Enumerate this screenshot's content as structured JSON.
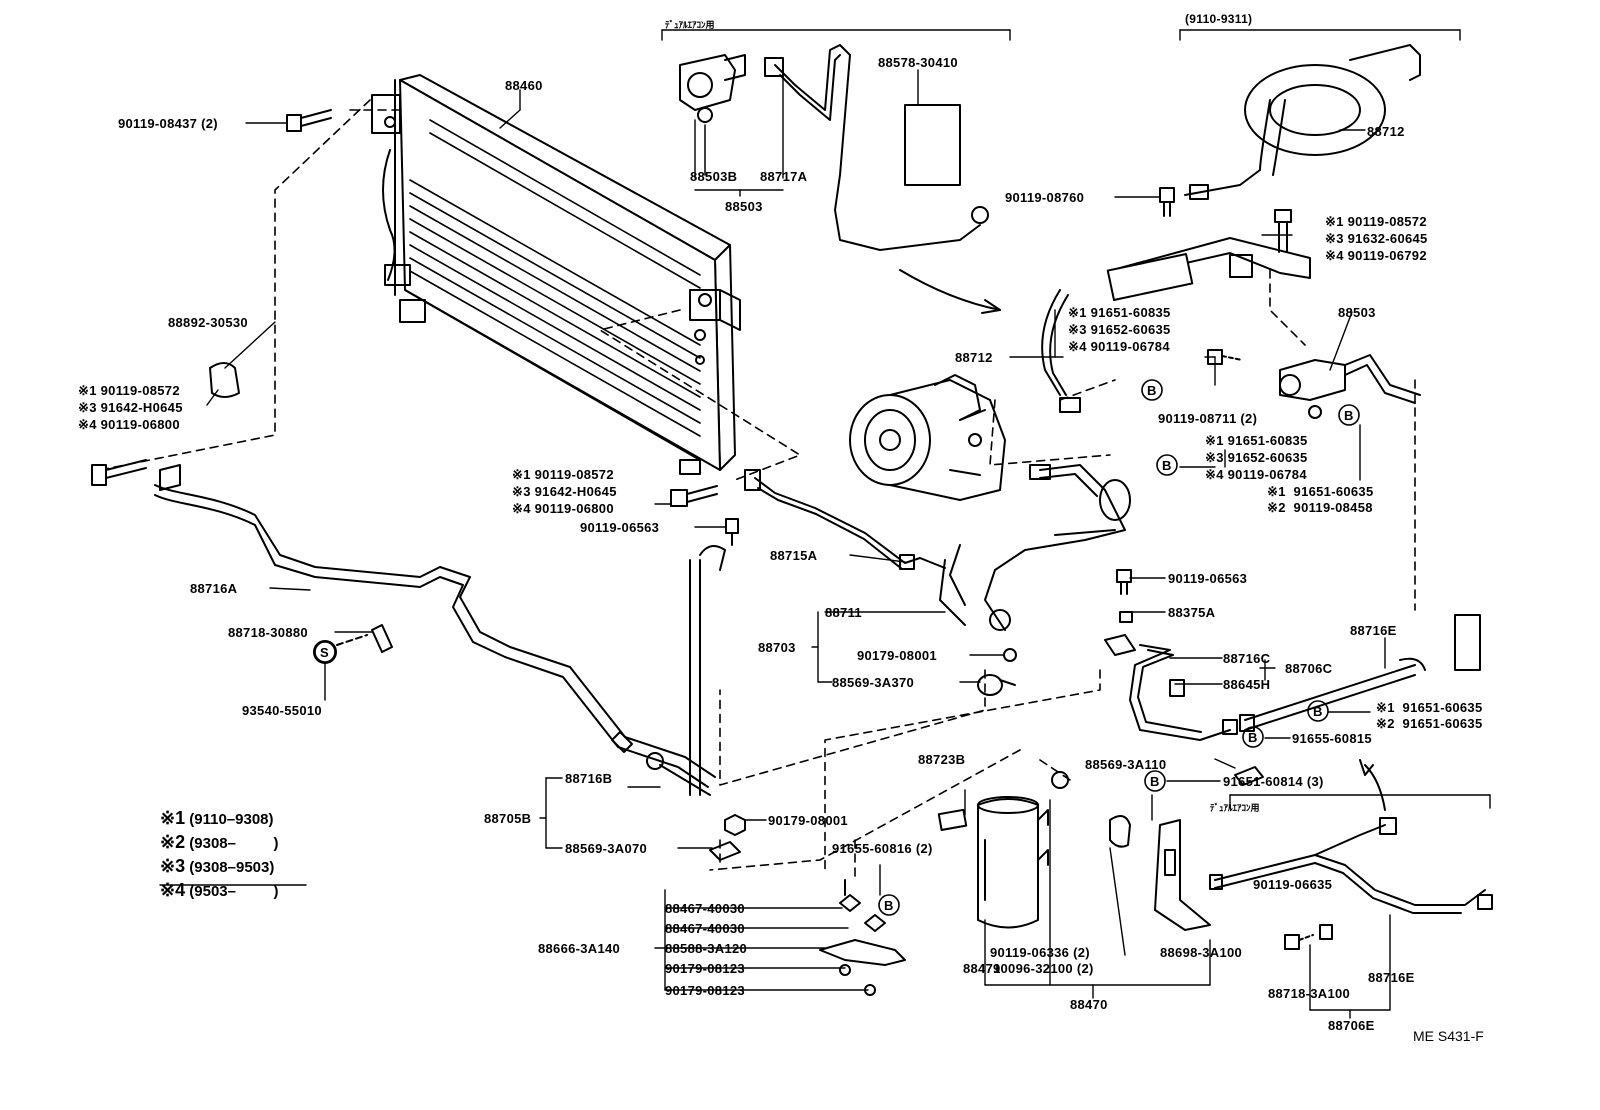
{
  "diagram_id": "ME S431-F",
  "markers": {
    "b": "B",
    "s": "S"
  },
  "groups": {
    "dual_ac_top": "ﾃﾞｭｱﾙｴｱｺﾝ用",
    "dual_ac_bottom": "ﾃﾞｭｱﾙｴｱｺﾝ用",
    "range_top_right": "(9110-9311)"
  },
  "legend": [
    {
      "mark": "※1",
      "text": "(9110–9308)"
    },
    {
      "mark": "※2",
      "text": "(9308–         )"
    },
    {
      "mark": "※3",
      "text": "(9308–9503)"
    },
    {
      "mark": "※4",
      "text": "(9503–         )"
    }
  ],
  "labels": {
    "p88460": "88460",
    "p90119_08437": "90119-08437 (2)",
    "p88892": "88892-30530",
    "left_bolt": [
      "※1 90119-08572",
      "※3 91642-H0645",
      "※4 90119-06800"
    ],
    "mid_bolt": [
      "※1 90119-08572",
      "※3 91642-H0645",
      "※4 90119-06800"
    ],
    "p90119_06563a": "90119-06563",
    "p88716a": "88716A",
    "p88718_30880": "88718-30880",
    "p93540": "93540-55010",
    "p88503b": "88503B",
    "p88717a": "88717A",
    "p88503": "88503",
    "p88578": "88578-30410",
    "p88712_top": "88712",
    "p90119_08760": "90119-08760",
    "top_right_bolt": [
      "※1 90119-08572",
      "※3 91632-60645",
      "※4 90119-06792"
    ],
    "p88503_right": "88503",
    "hose_fit": [
      "※1 91651-60835",
      "※3 91652-60635",
      "※4 90119-06784"
    ],
    "p88712_mid": "88712",
    "p90119_08711": "90119-08711 (2)",
    "comp_fit": [
      "※1 91651-60835",
      "※3 91652-60635",
      "※4 90119-06784"
    ],
    "right_fit": [
      "※1  91651-60635",
      "※2  90119-08458"
    ],
    "p88715a": "88715A",
    "p88711": "88711",
    "p88703": "88703",
    "p90179_08001a": "90179-08001",
    "p88569_3a370": "88569-3A370",
    "p90119_06563b": "90119-06563",
    "p88375a": "88375A",
    "p88716c": "88716C",
    "p88706c": "88706C",
    "p88645h": "88645H",
    "p88716e_top": "88716E",
    "p91651_lower": [
      "※1  91651-60635",
      "※2  91651-60635"
    ],
    "p91655_60815": "91655-60815",
    "p88569_3a110": "88569-3A110",
    "p91651_60814": "91651-60814 (3)",
    "p88716b": "88716B",
    "p88705b": "88705B",
    "p90179_08001b": "90179-08001",
    "p88569_3a070": "88569-3A070",
    "p88723b": "88723B",
    "p91655_60816": "91655-60816 (2)",
    "p88467a": "88467-40030",
    "p88467b": "88467-40030",
    "p88666": "88666-3A140",
    "p88588": "88588-3A120",
    "p90179_08123a": "90179-08123",
    "p90179_08123b": "90179-08123",
    "p88471": "88471",
    "p90119_06336": "90119-06336 (2)",
    "p90096": "90096-32100 (2)",
    "p88698": "88698-3A100",
    "p88470": "88470",
    "p90119_06635": "90119-06635",
    "p88718_3a100": "88718-3A100",
    "p88716e_bot": "88716E",
    "p88706e": "88706E"
  }
}
